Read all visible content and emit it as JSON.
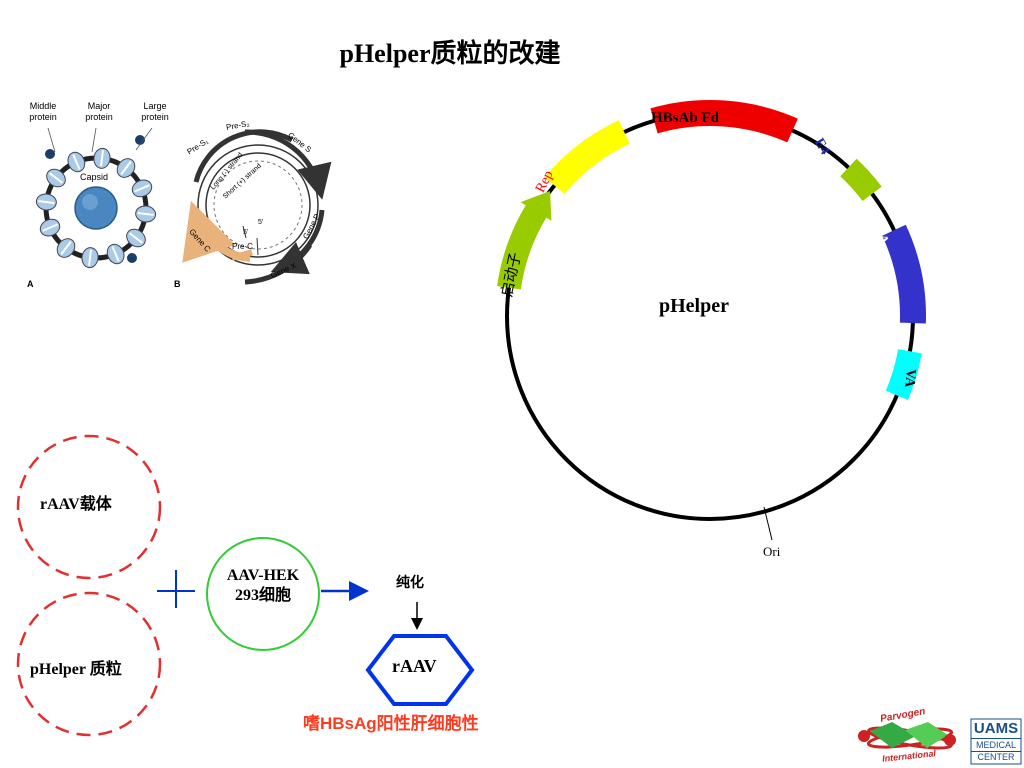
{
  "title": "pHelper质粒的改建",
  "panel_a": {
    "letter": "A",
    "middle_protein": [
      "Middle",
      "protein"
    ],
    "major_protein": [
      "Major",
      "protein"
    ],
    "large_protein": [
      "Large",
      "protein"
    ],
    "capsid": "Capsid"
  },
  "panel_b": {
    "letter": "B",
    "pre_s1": "Pre-S₁",
    "pre_s2": "Pre-S₂",
    "gene_s": "Gene S",
    "gene_p": "Gene P",
    "gene_x": "Gene X",
    "gene_c": "Gene C",
    "pre_c": "Pre-C",
    "long_strand": "Long (-) strand",
    "short_strand": "Short (+) strand",
    "five_prime": "5'"
  },
  "plasmid": {
    "name": "pHelper",
    "segments": {
      "hbsab": "HBsAb Fd",
      "e4": "E4",
      "e2a": "E2A",
      "va": "VA",
      "rep": "Rep",
      "promoter": "启动子"
    },
    "ori": "Ori",
    "colors": {
      "hbsab": "#ee0000",
      "e4": "#99cc00",
      "e2a": "#3333cc",
      "va": "#00ffff",
      "rep": "#ffff00",
      "promoter": "#99cc00"
    }
  },
  "workflow": {
    "raav_vector": "rAAV载体",
    "phelper_plasmid": "pHelper 质粒",
    "cells": [
      "AAV-HEK",
      "293细胞"
    ],
    "purify": "纯化",
    "raav": "rAAV",
    "bottom_note": "嗜HBsAg阳性肝细胞性"
  },
  "logos": {
    "parvogen_top": "Parvogen",
    "parvogen_bottom": "International",
    "uams": [
      "UAMS",
      "MEDICAL",
      "CENTER"
    ]
  }
}
